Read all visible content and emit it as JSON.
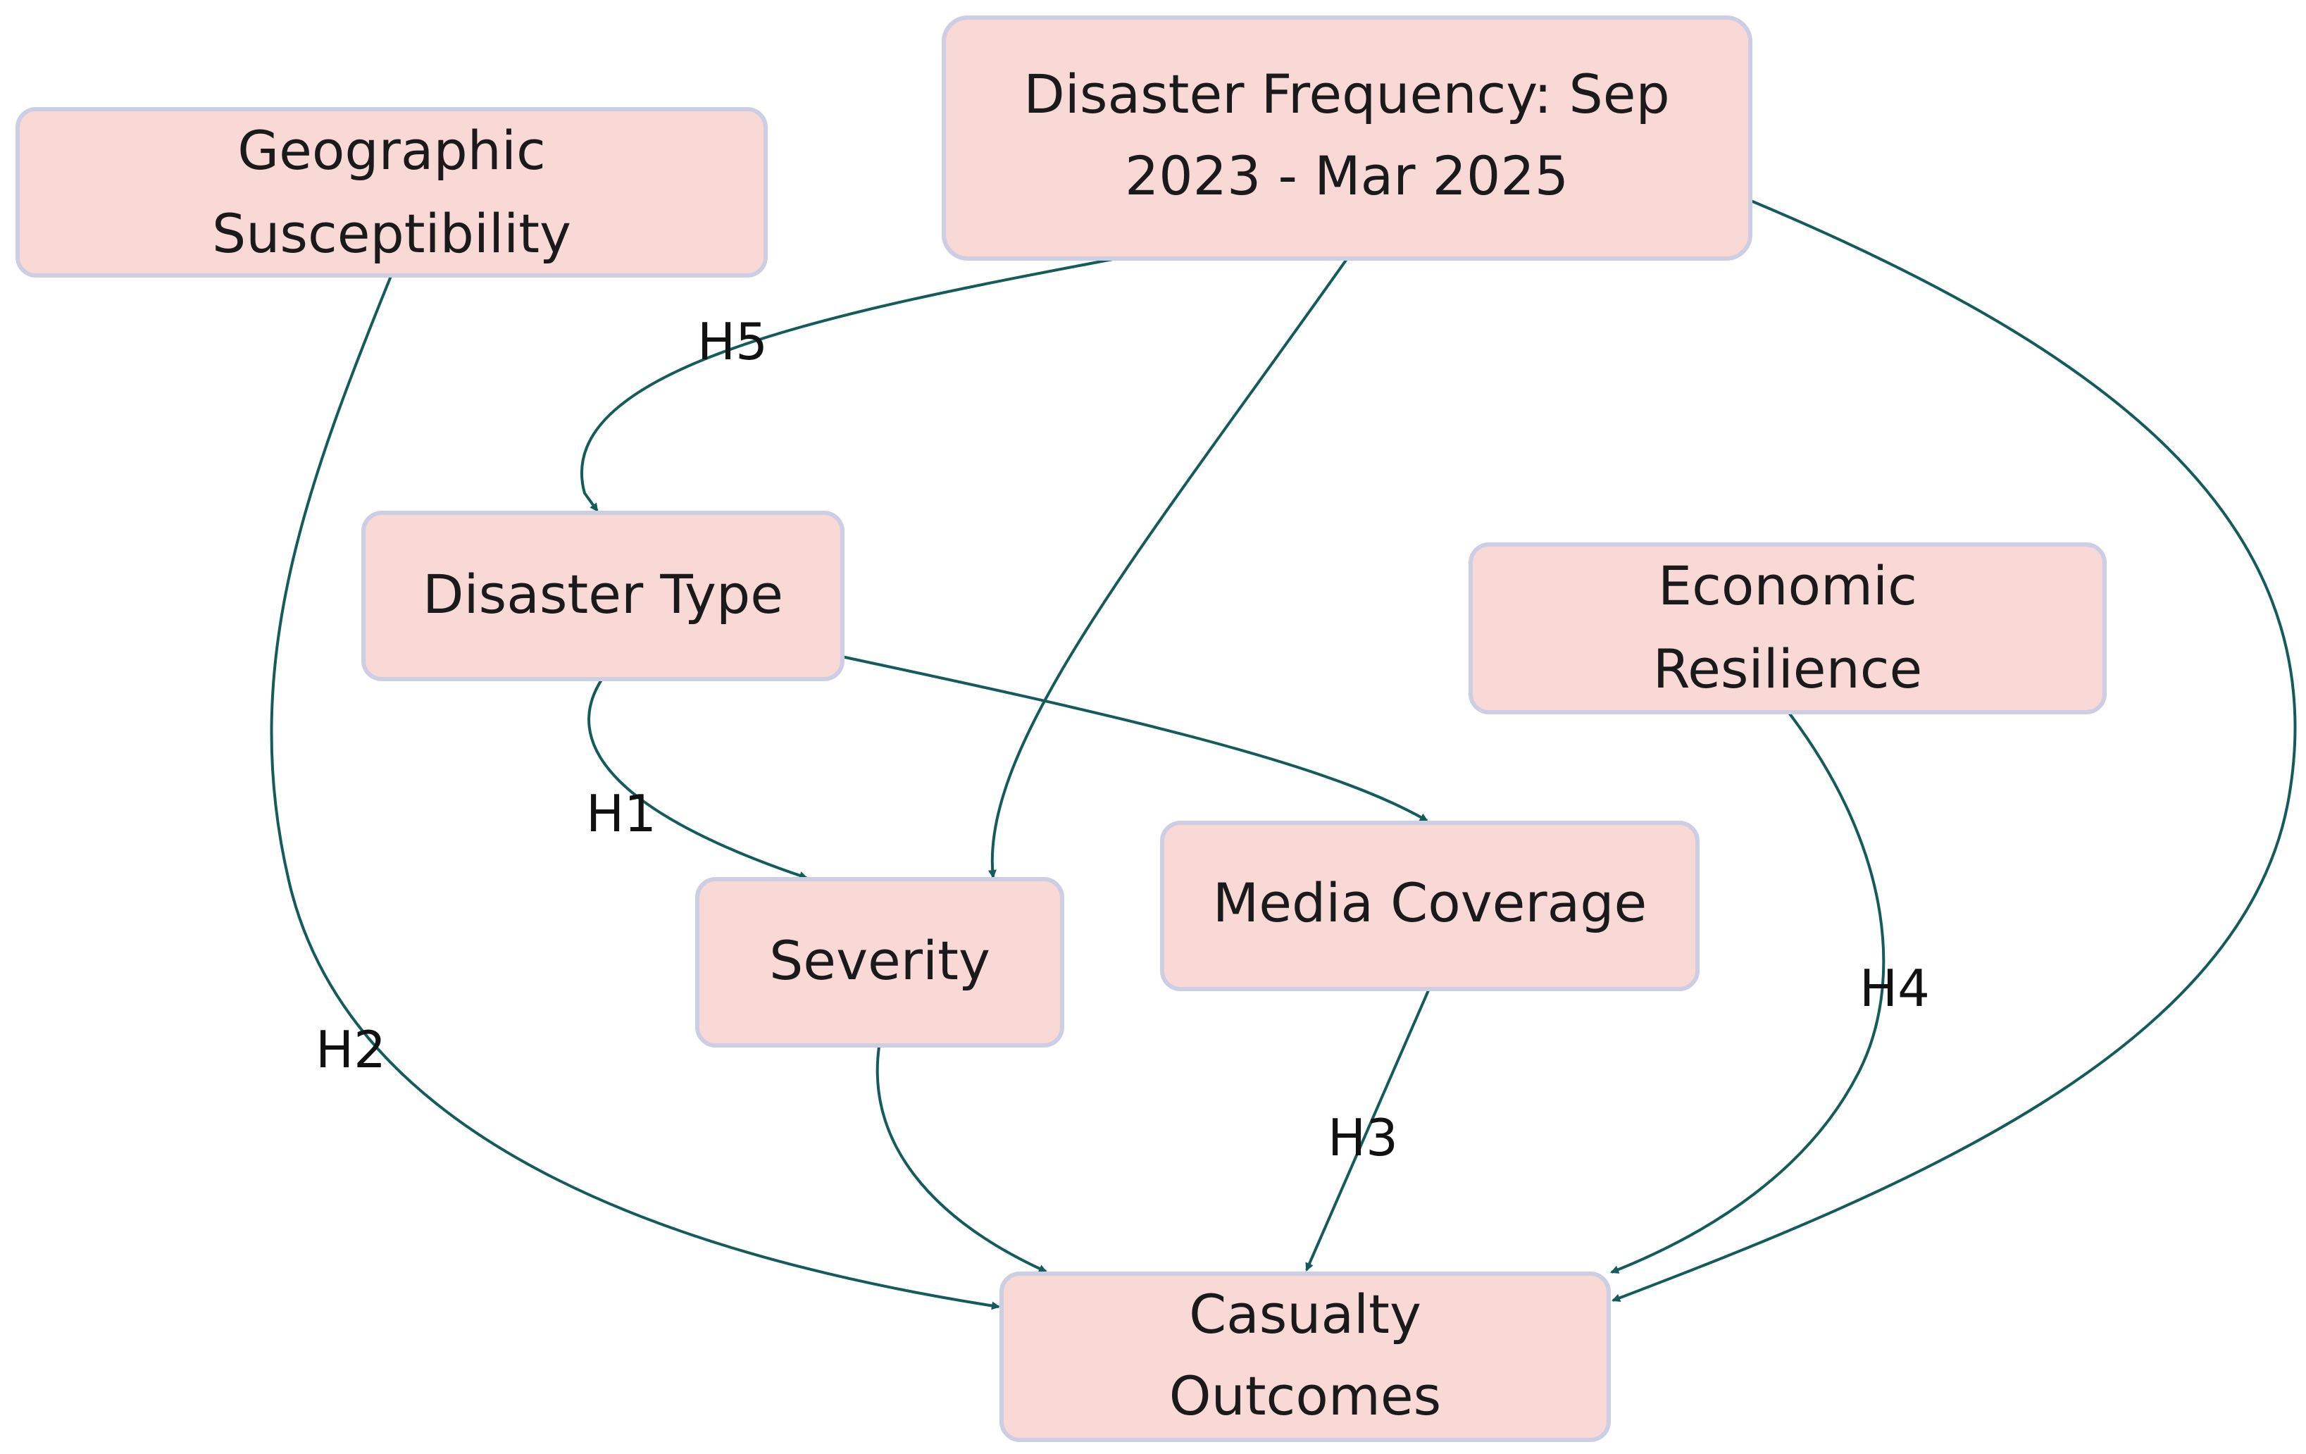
{
  "nodes": {
    "geographic_susceptibility": {
      "lines": [
        "Geographic",
        "Susceptibility"
      ]
    },
    "disaster_frequency": {
      "lines": [
        "Disaster Frequency: Sep",
        "2023 - Mar 2025"
      ]
    },
    "disaster_type": {
      "lines": [
        "Disaster Type"
      ]
    },
    "economic_resilience": {
      "lines": [
        "Economic",
        "Resilience"
      ]
    },
    "severity": {
      "lines": [
        "Severity"
      ]
    },
    "media_coverage": {
      "lines": [
        "Media Coverage"
      ]
    },
    "casualty_outcomes": {
      "lines": [
        "Casualty",
        "Outcomes"
      ]
    }
  },
  "edges": {
    "h5": {
      "label": "H5"
    },
    "h1": {
      "label": "H1"
    },
    "h2": {
      "label": "H2"
    },
    "h3": {
      "label": "H3"
    },
    "h4": {
      "label": "H4"
    }
  },
  "colors": {
    "node_fill": "#f9d9d5",
    "node_border": "#cdcde3",
    "edge": "#145c5c"
  }
}
